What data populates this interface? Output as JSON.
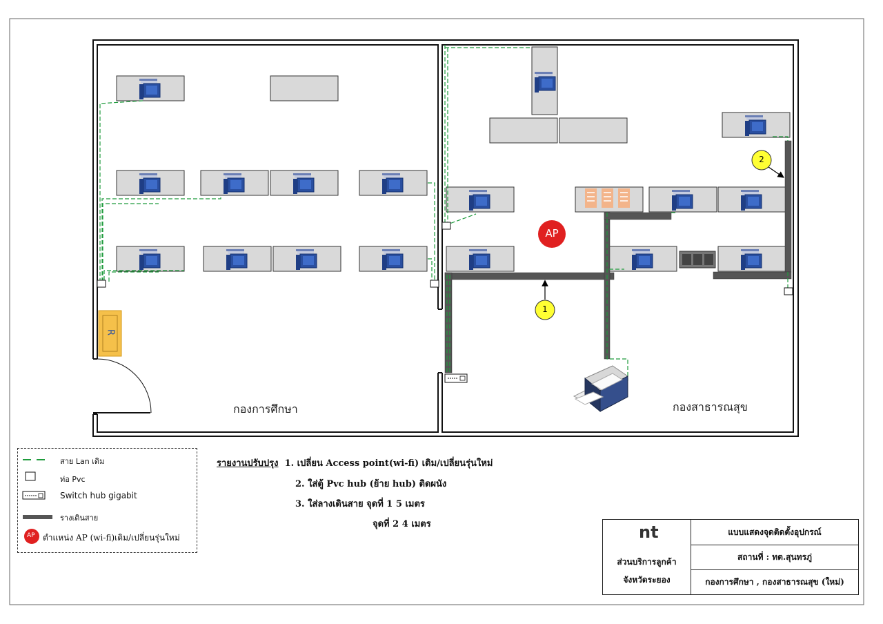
{
  "rooms": {
    "left_name": "กองการศึกษา",
    "right_name": "กองสาธารณสุข"
  },
  "markers": {
    "ap_label": "AP",
    "marker_1": "1",
    "marker_2": "2",
    "rack_label": "R"
  },
  "legend": {
    "lan_label": "สาย Lan เดิม",
    "pvc_label": "ท่อ Pvc",
    "switch_label": "Switch hub gigabit",
    "tray_label": "รางเดินสาย",
    "ap_badge": "AP",
    "ap_label": "ตำแหน่ง AP (wi-fi)เดิม/เปลี่ยนรุ่นใหม่"
  },
  "report": {
    "heading": "รายงานปรับปรุง",
    "item1": "1. เปลี่ยน Access point(wi-fi) เดิม/เปลี่ยนรุ่นใหม่",
    "item2": "2. ใส่ตู้  Pvc hub  (ย้าย hub) ติดผนัง",
    "item3": "3. ใส่ลางเดินสาย จุดที่ 1   5 เมตร",
    "item4": "จุดที่ 2   4 เมตร"
  },
  "title_block": {
    "logo_text": "nt",
    "org_line1": "ส่วนบริการลูกค้า",
    "org_line2": "จังหวัดระยอง",
    "title": "แบบแสดงจุดติดตั้งอุปกรณ์",
    "location": "สถานที่ :  ทต.สุนทรภู่",
    "departments": "กองการศึกษา , กองสาธารณสุข (ใหม่)"
  },
  "colors": {
    "lan": "#1e9b3c",
    "tray": "#555555",
    "ap": "#e02020",
    "marker": "#ffff33",
    "rack": "#f5c04a",
    "desk": "#d9d9d9",
    "pc": "#2a4fa0",
    "logo_bar": "#f2c200"
  }
}
